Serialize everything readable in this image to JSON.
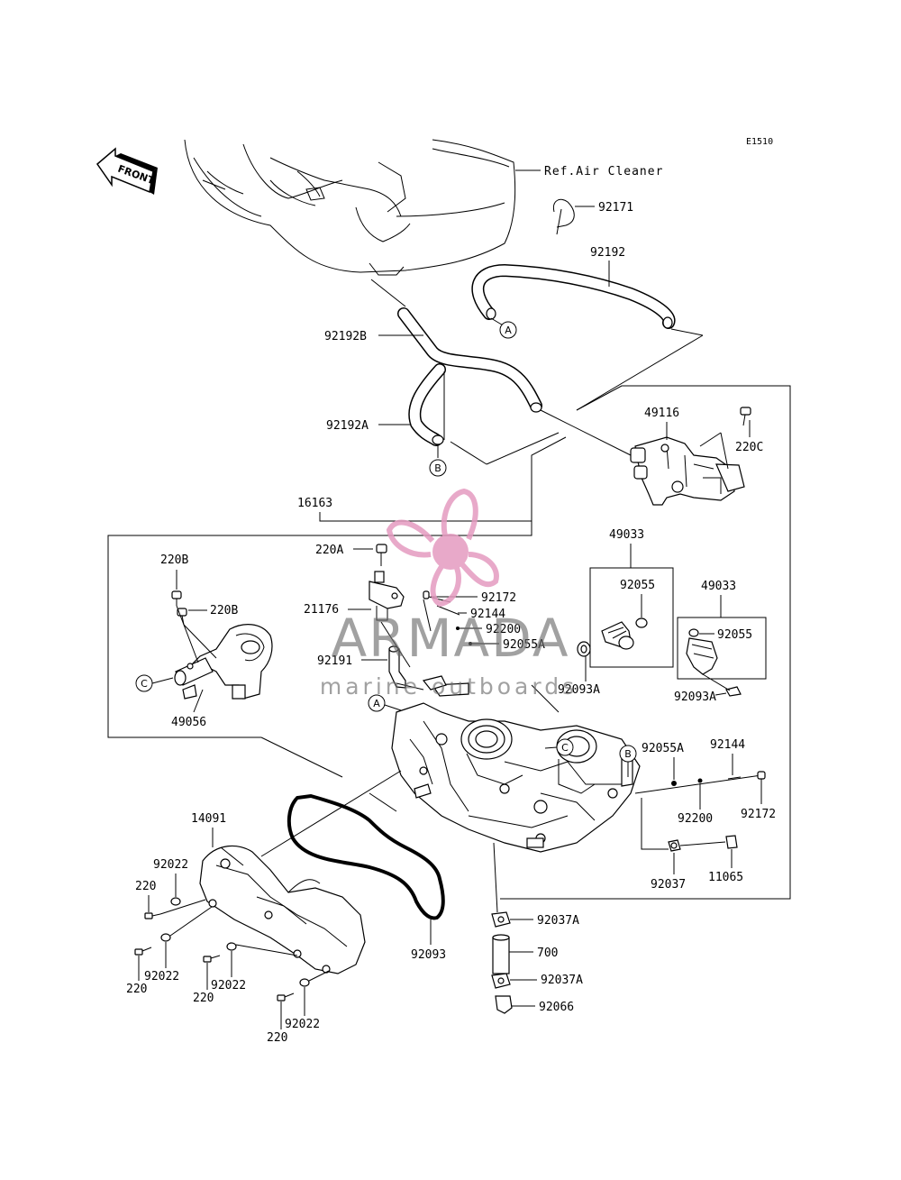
{
  "diagram_code": "E1510",
  "front_label": "FRONT",
  "ref_label": "Ref.Air Cleaner",
  "watermark": {
    "brand": "ARMADA",
    "tagline": "marine outboards",
    "accent_color": "#e59bc0"
  },
  "callouts": {
    "p92171": "92171",
    "p92192": "92192",
    "p92192B": "92192B",
    "p92192A": "92192A",
    "p49116": "49116",
    "p220C": "220C",
    "p16163": "16163",
    "p220A": "220A",
    "p21176": "21176",
    "p92191": "92191",
    "p220B_1": "220B",
    "p220B_2": "220B",
    "p49056": "49056",
    "p92172_1": "92172",
    "p92144_1": "92144",
    "p92200_1": "92200",
    "p92055A_1": "92055A",
    "p92093A_1": "92093A",
    "p49033_1": "49033",
    "p92055_1": "92055",
    "p49033_2": "49033",
    "p92055_2": "92055",
    "p92093A_2": "92093A",
    "p92055A_2": "92055A",
    "p92144_2": "92144",
    "p92200_2": "92200",
    "p92172_2": "92172",
    "p92037": "92037",
    "p11065": "11065",
    "p14091": "14091",
    "p92022_1": "92022",
    "p220_1": "220",
    "p92022_2": "92022",
    "p220_2": "220",
    "p92022_3": "92022",
    "p220_3": "220",
    "p92022_4": "92022",
    "p220_4": "220",
    "p92093": "92093",
    "p92037A_1": "92037A",
    "p700": "700",
    "p92037A_2": "92037A",
    "p92066": "92066"
  },
  "markers": {
    "a_top": "A",
    "b_top": "B",
    "c_left": "C",
    "a_mid": "A",
    "c_mid": "C",
    "b_right": "B"
  }
}
